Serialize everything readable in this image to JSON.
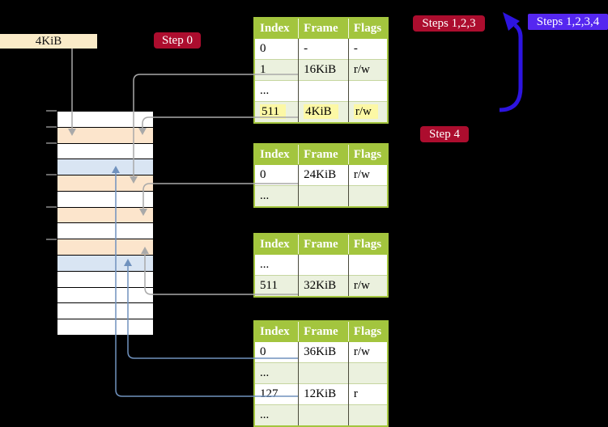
{
  "labels": {
    "frame_size": "4KiB",
    "step0": "Step 0",
    "steps123": "Steps 1,2,3",
    "steps1234": "Steps 1,2,3,4",
    "step4": "Step 4"
  },
  "colors": {
    "background": "#000000",
    "table_header_green": "#A3C53E",
    "table_row_tint": "#EBF1DE",
    "highlight_yellow": "#FCF8A5",
    "strip_peach": "#FCE5CC",
    "strip_blue": "#D9E5F3",
    "crimson_badge": "#AC0D2E",
    "violet_badge": "#5527F0",
    "label_box_cream": "#FAEBC8",
    "gray_connector": "#A9A9A9",
    "blue_connector": "#7092BE",
    "big_arrow_blue": "#2D14E0"
  },
  "memory_strip": {
    "rows": [
      {
        "color": "white"
      },
      {
        "color": "peach"
      },
      {
        "color": "white"
      },
      {
        "color": "blue"
      },
      {
        "color": "peach"
      },
      {
        "color": "white"
      },
      {
        "color": "peach"
      },
      {
        "color": "white"
      },
      {
        "color": "peach"
      },
      {
        "color": "blue"
      },
      {
        "color": "white"
      },
      {
        "color": "white"
      },
      {
        "color": "white"
      },
      {
        "color": "white"
      }
    ]
  },
  "tables": [
    {
      "columns": [
        "Index",
        "Frame",
        "Flags"
      ],
      "rows": [
        {
          "index": "0",
          "frame": "-",
          "flags": "-",
          "tinted": false,
          "highlighted": false
        },
        {
          "index": "1",
          "frame": "16KiB",
          "flags": "r/w",
          "tinted": true,
          "highlighted": false
        },
        {
          "index": "...",
          "frame": "",
          "flags": "",
          "tinted": false,
          "highlighted": false
        },
        {
          "index": "511",
          "frame": "4KiB",
          "flags": "r/w",
          "tinted": true,
          "highlighted": true
        }
      ]
    },
    {
      "columns": [
        "Index",
        "Frame",
        "Flags"
      ],
      "rows": [
        {
          "index": "0",
          "frame": "24KiB",
          "flags": "r/w",
          "tinted": false,
          "highlighted": false
        },
        {
          "index": "...",
          "frame": "",
          "flags": "",
          "tinted": true,
          "highlighted": false
        }
      ]
    },
    {
      "columns": [
        "Index",
        "Frame",
        "Flags"
      ],
      "rows": [
        {
          "index": "...",
          "frame": "",
          "flags": "",
          "tinted": false,
          "highlighted": false
        },
        {
          "index": "511",
          "frame": "32KiB",
          "flags": "r/w",
          "tinted": true,
          "highlighted": false
        }
      ]
    },
    {
      "columns": [
        "Index",
        "Frame",
        "Flags"
      ],
      "rows": [
        {
          "index": "0",
          "frame": "36KiB",
          "flags": "r/w",
          "tinted": false,
          "highlighted": false
        },
        {
          "index": "...",
          "frame": "",
          "flags": "",
          "tinted": true,
          "highlighted": false
        },
        {
          "index": "127",
          "frame": "12KiB",
          "flags": "r",
          "tinted": false,
          "highlighted": false
        },
        {
          "index": "...",
          "frame": "",
          "flags": "",
          "tinted": true,
          "highlighted": false
        }
      ]
    }
  ]
}
